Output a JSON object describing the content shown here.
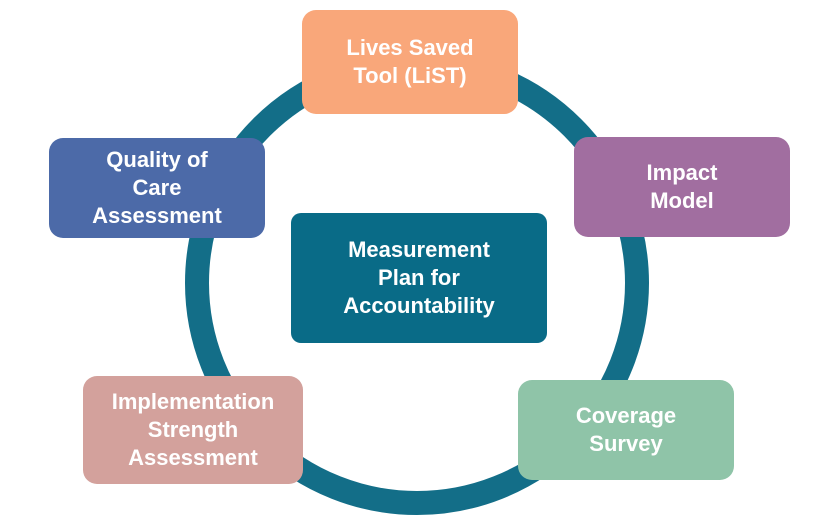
{
  "diagram": {
    "ring_color": "#136e88",
    "center": {
      "label": "Measurement\nPlan for\nAccountability",
      "color": "#096b87"
    },
    "nodes": [
      {
        "id": "list",
        "label": "Lives Saved\nTool (LiST)",
        "color": "#f9a77a"
      },
      {
        "id": "impact",
        "label": "Impact\nModel",
        "color": "#a16ea0"
      },
      {
        "id": "coverage",
        "label": "Coverage\nSurvey",
        "color": "#8fc4a8"
      },
      {
        "id": "implementation",
        "label": "Implementation\nStrength\nAssessment",
        "color": "#d3a19c"
      },
      {
        "id": "quality",
        "label": "Quality of\nCare\nAssessment",
        "color": "#4c6aa8"
      }
    ]
  }
}
